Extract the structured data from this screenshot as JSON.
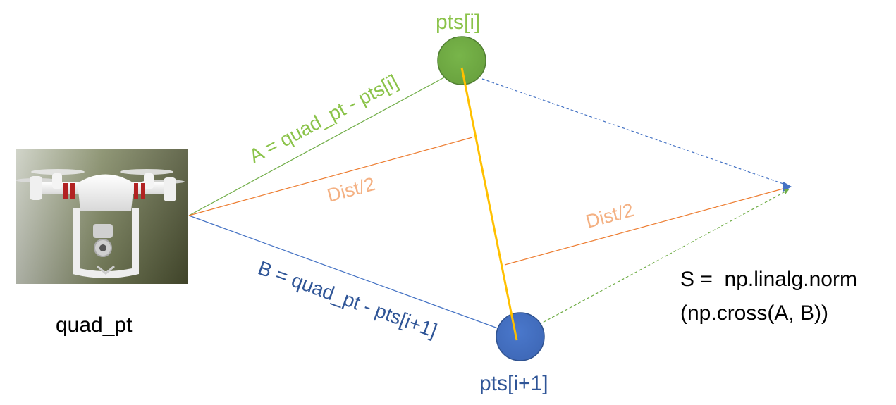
{
  "labels": {
    "pts_i": "pts[i]",
    "pts_i1": "pts[i+1]",
    "quad_pt": "quad_pt",
    "vec_a": "A = quad_pt - pts[i]",
    "vec_b": "B = quad_pt - pts[i+1]",
    "dist_half_left": "Dist/2",
    "dist_half_right": "Dist/2",
    "formula_line1": "S =  np.linalg.norm",
    "formula_line2": "(np.cross(A, B))"
  },
  "colors": {
    "green": "#70ad47",
    "green_text": "#8bc34a",
    "blue": "#4472c4",
    "blue_text": "#2f5597",
    "orange": "#ed7d31",
    "orange_text": "#f4b183",
    "yellow": "#ffc000",
    "text": "#000000"
  },
  "image": {
    "description_icon": "quadcopter-drone-photo"
  }
}
